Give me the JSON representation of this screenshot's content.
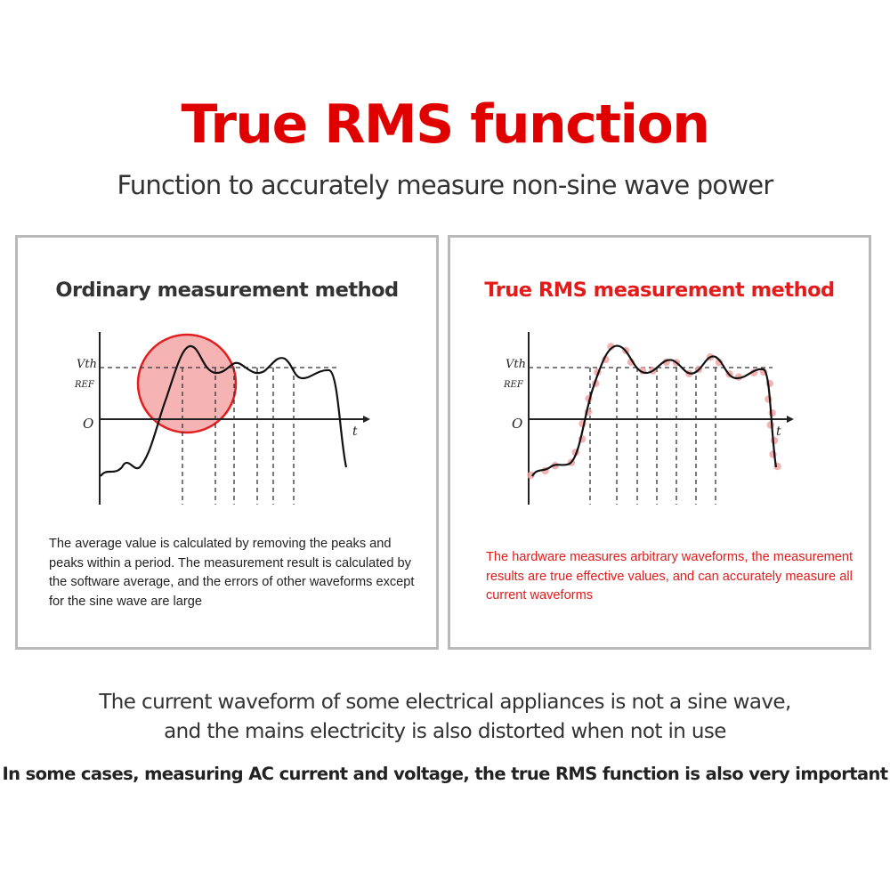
{
  "header": {
    "title": "True RMS function",
    "subtitle": "Function to accurately measure non-sine wave power"
  },
  "colors": {
    "accent": "#e00000",
    "panel_border": "#b9b9b9",
    "highlight_fill": "#f4a6a6"
  },
  "panels": [
    {
      "title": "Ordinary measurement method",
      "description": "The average value is calculated by removing the peaks and peaks within a period. The measurement result is calculated by the software average, and the errors of other waveforms except for the sine wave are large",
      "axis": {
        "threshold_label": "Vth",
        "ref_label": "REF",
        "origin_label": "O",
        "time_label": "t"
      }
    },
    {
      "title": "True RMS measurement method",
      "description": "The hardware measures arbitrary waveforms, the measurement results are true effective values, and can accurately measure all current waveforms",
      "axis": {
        "threshold_label": "Vth",
        "ref_label": "REF",
        "origin_label": "O",
        "time_label": "t"
      }
    }
  ],
  "footer": {
    "line1": "The current waveform of some electrical appliances is not a sine wave,",
    "line2": "and the mains electricity is also distorted when not in use",
    "line3": "In some cases, measuring AC current and voltage, the true RMS function is also very important"
  }
}
